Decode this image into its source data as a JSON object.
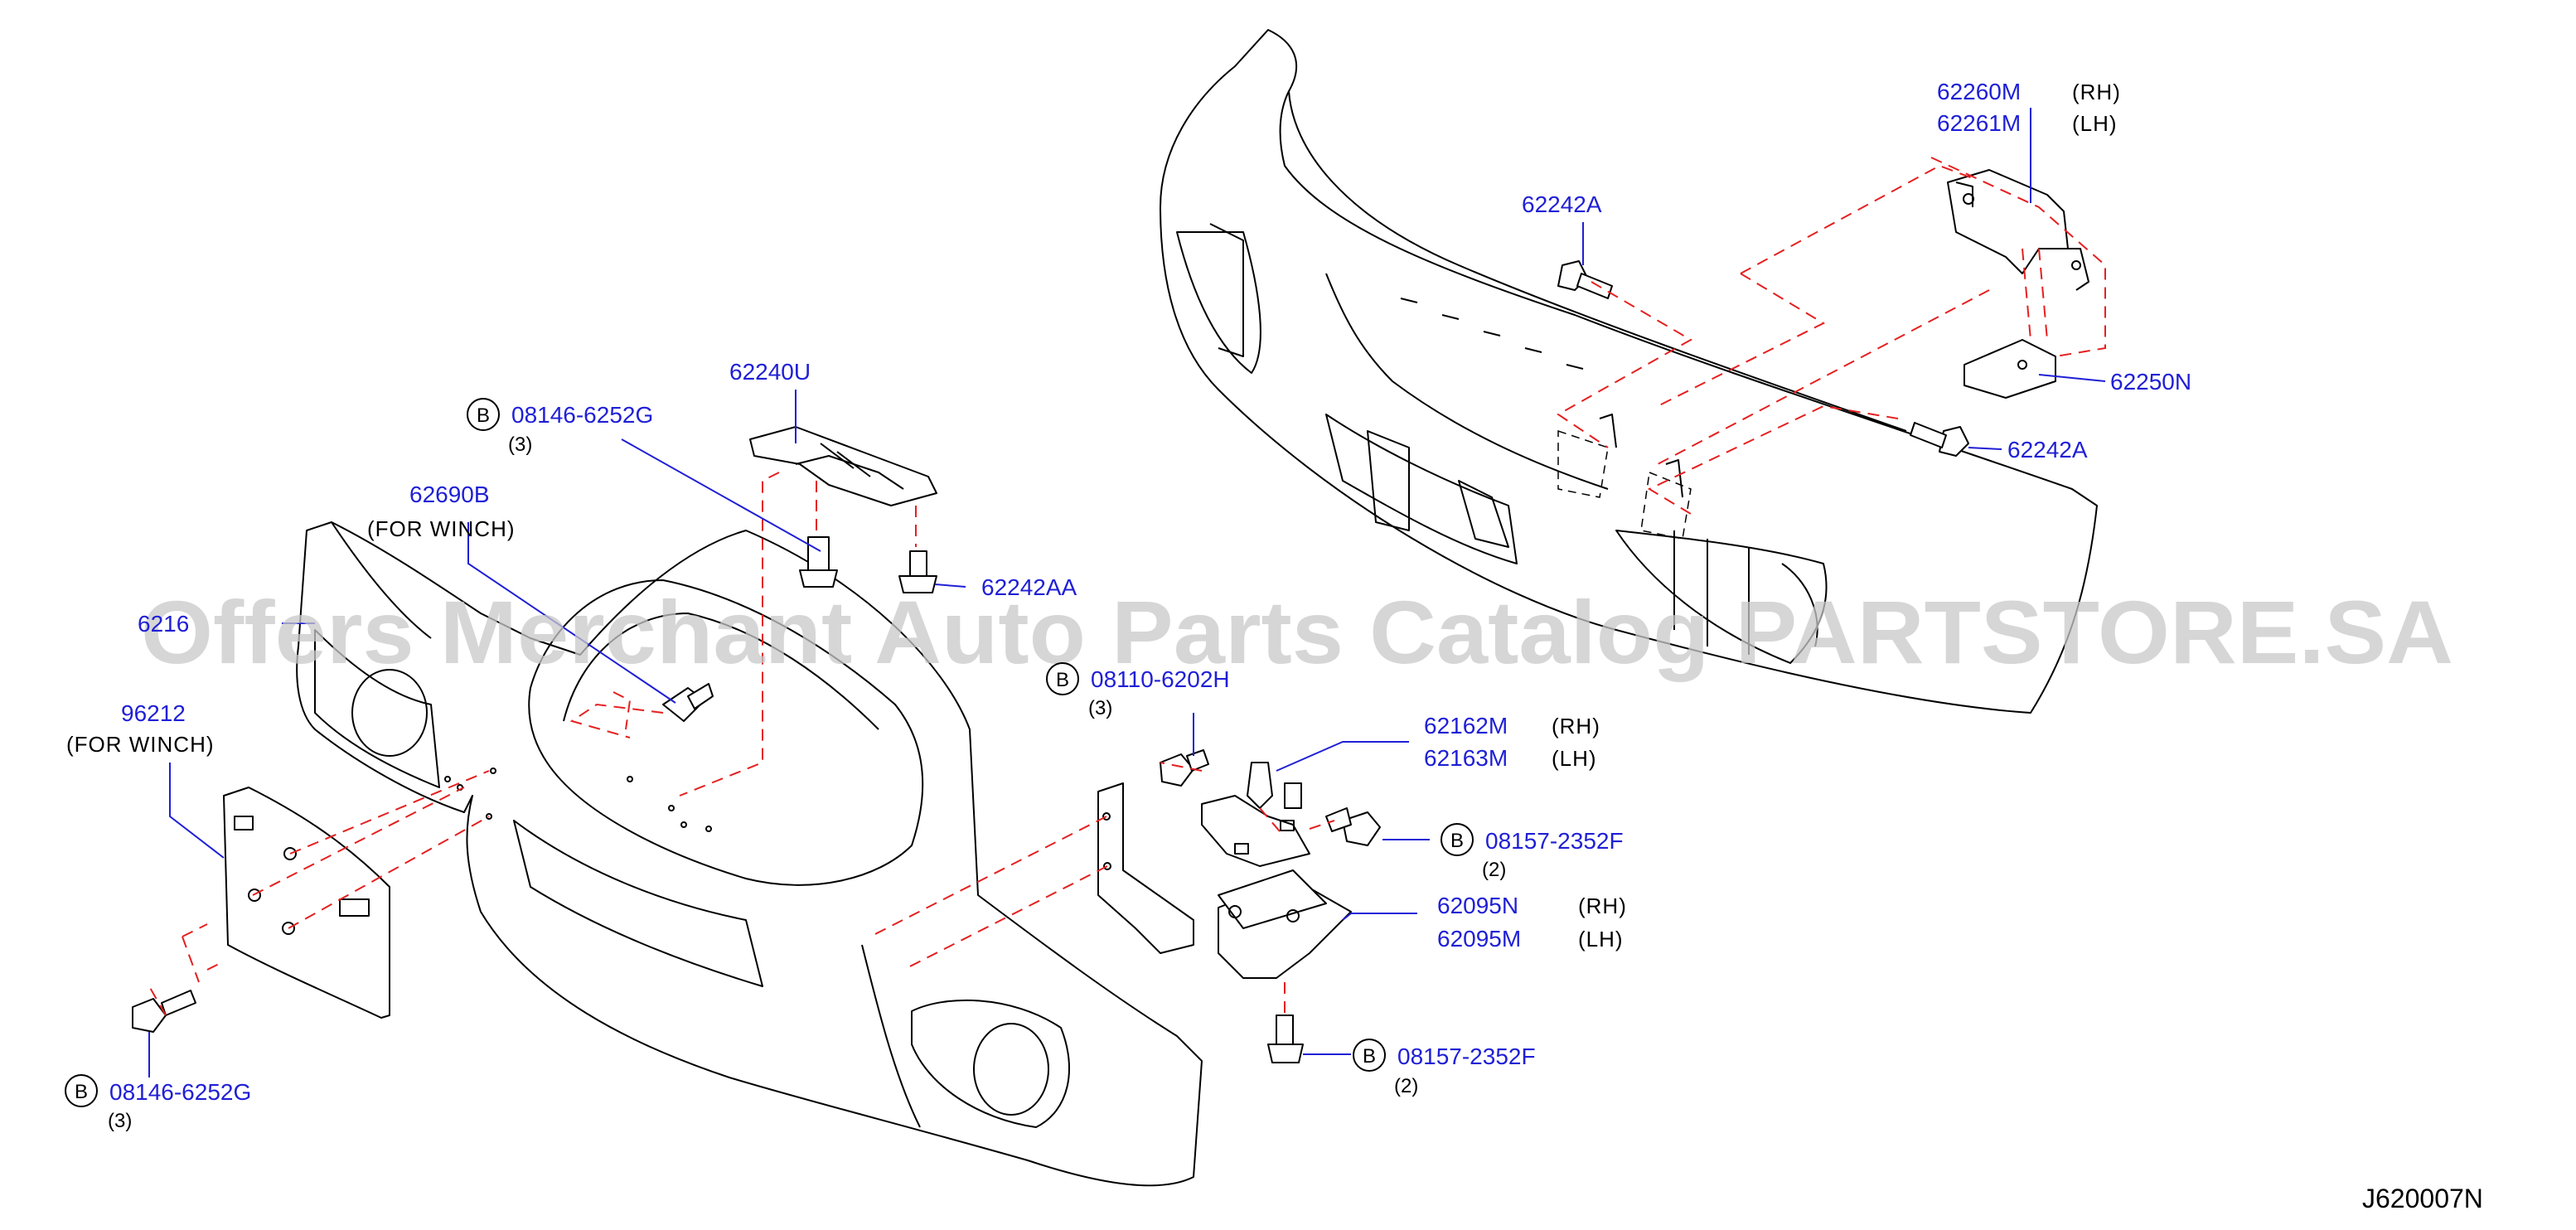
{
  "parts": {
    "p62260M": "62260M",
    "p62261M": "62261M",
    "p62242A_top": "62242A",
    "p62242A_mid": "62242A",
    "p62250N": "62250N",
    "p62240U": "62240U",
    "pB_08146_top": "08146-6252G",
    "p62690B": "62690B",
    "p62242AA": "62242AA",
    "p6216": "6216",
    "p96212": "96212",
    "pB_08110": "08110-6202H",
    "p62162M": "62162M",
    "p62163M": "62163M",
    "pB_08157_a": "08157-2352F",
    "p62095N": "62095N",
    "p62095M": "62095M",
    "pB_08157_b": "08157-2352F",
    "pB_08146_bottom": "08146-6252G"
  },
  "notes": {
    "rh": "(RH)",
    "lh": "(LH)",
    "for_winch": "(FOR   WINCH)",
    "q3": "(3)",
    "q2": "(2)",
    "b": "B"
  },
  "watermark": "Offers Merchant Auto Parts Catalog PARTSTORE.SA",
  "diagram_code": "J620007N"
}
